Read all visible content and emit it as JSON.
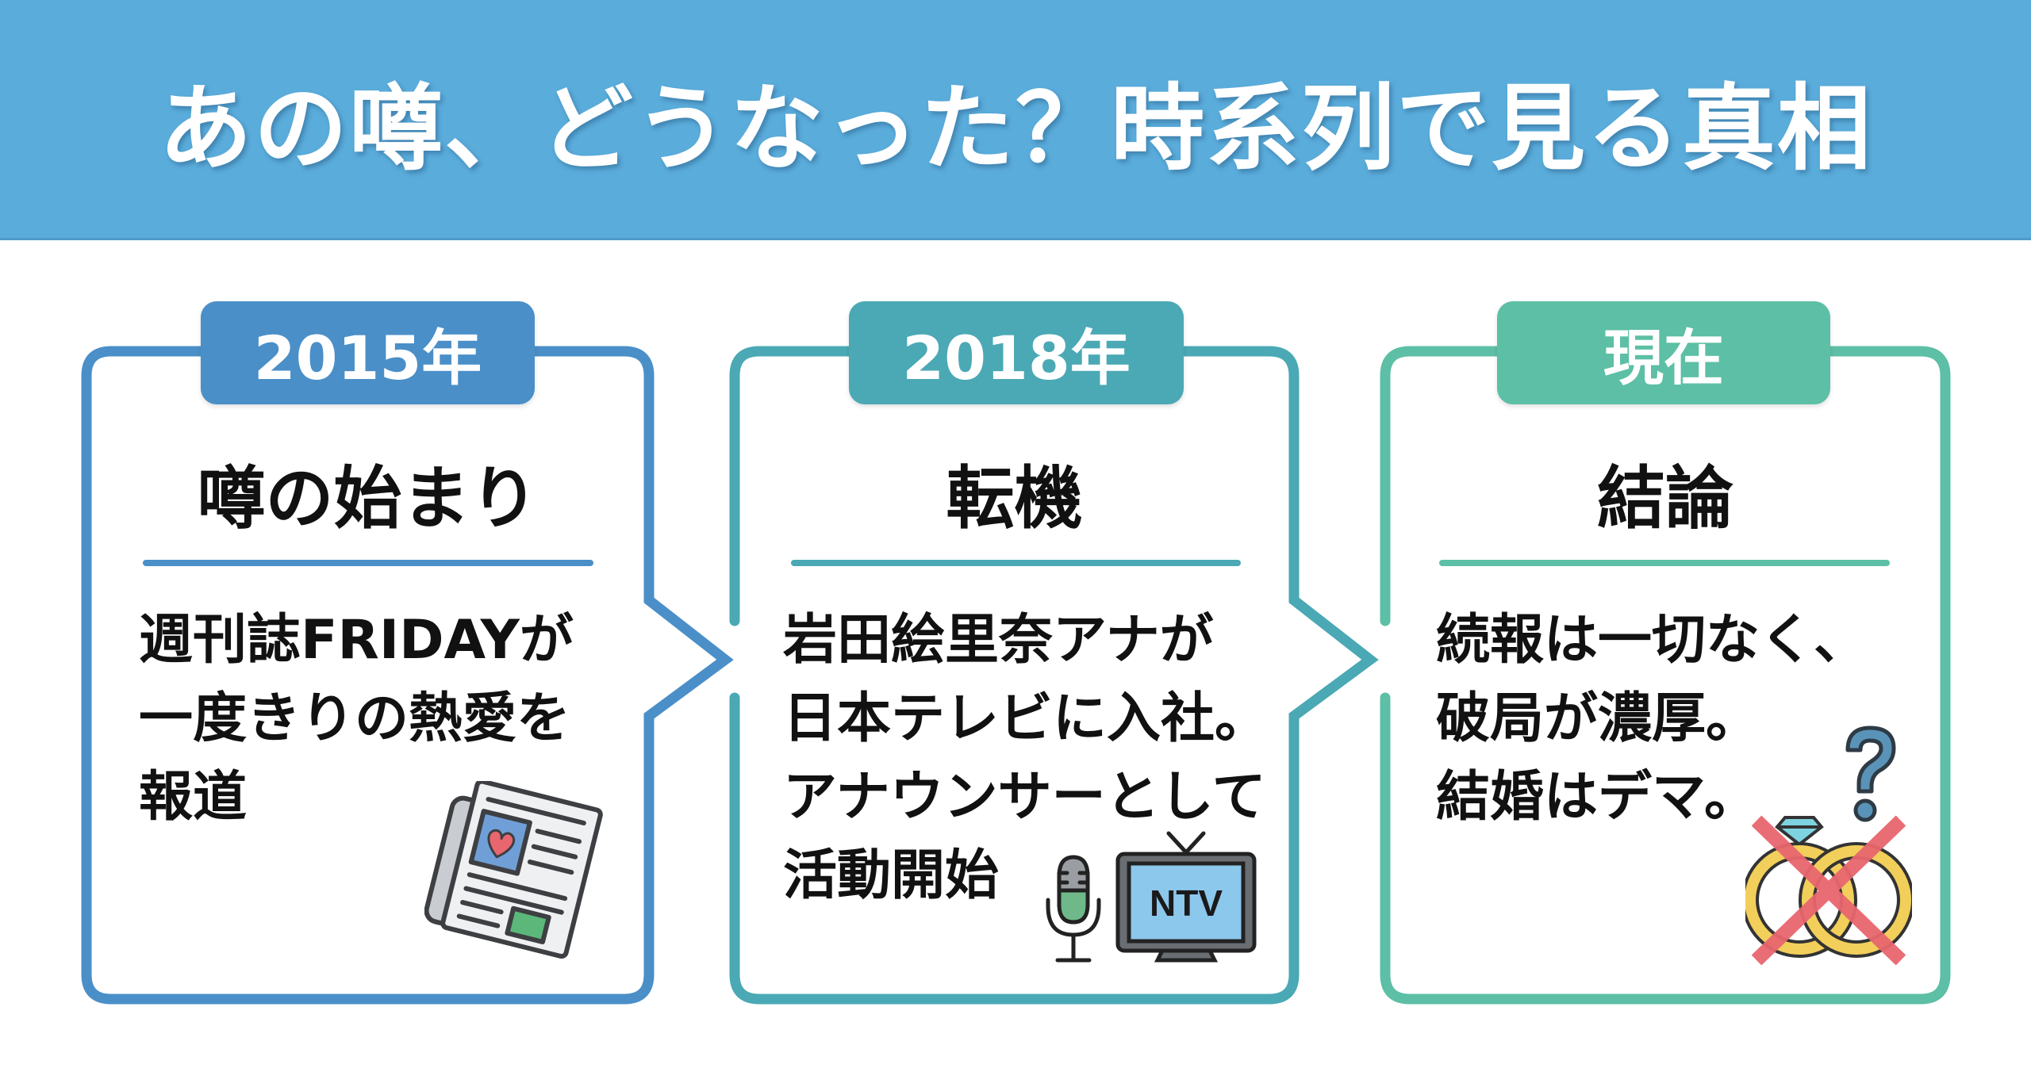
{
  "header": {
    "title": "あの噂、どうなった？時系列で見る真相",
    "background_color": "#5aacdb"
  },
  "timeline": [
    {
      "period": "2015年",
      "heading": "噂の始まり",
      "body_lines": [
        "週刊誌FRIDAYが",
        "一度きりの熱愛を",
        "報道"
      ],
      "accent_color": "#4a8fc8",
      "icon": "newspaper-heart-icon"
    },
    {
      "period": "2018年",
      "heading": "転機",
      "body_lines": [
        "岩田絵里奈アナが",
        "日本テレビに入社。",
        "アナウンサーとして",
        "活動開始"
      ],
      "accent_color": "#4aa9b4",
      "icon": "microphone-tv-icon",
      "tv_label": "NTV"
    },
    {
      "period": "現在",
      "heading": "結論",
      "body_lines": [
        "続報は一切なく、",
        "破局が濃厚。",
        "結婚はデマ。"
      ],
      "accent_color": "#5dbfa5",
      "icon": "crossed-rings-question-icon"
    }
  ]
}
